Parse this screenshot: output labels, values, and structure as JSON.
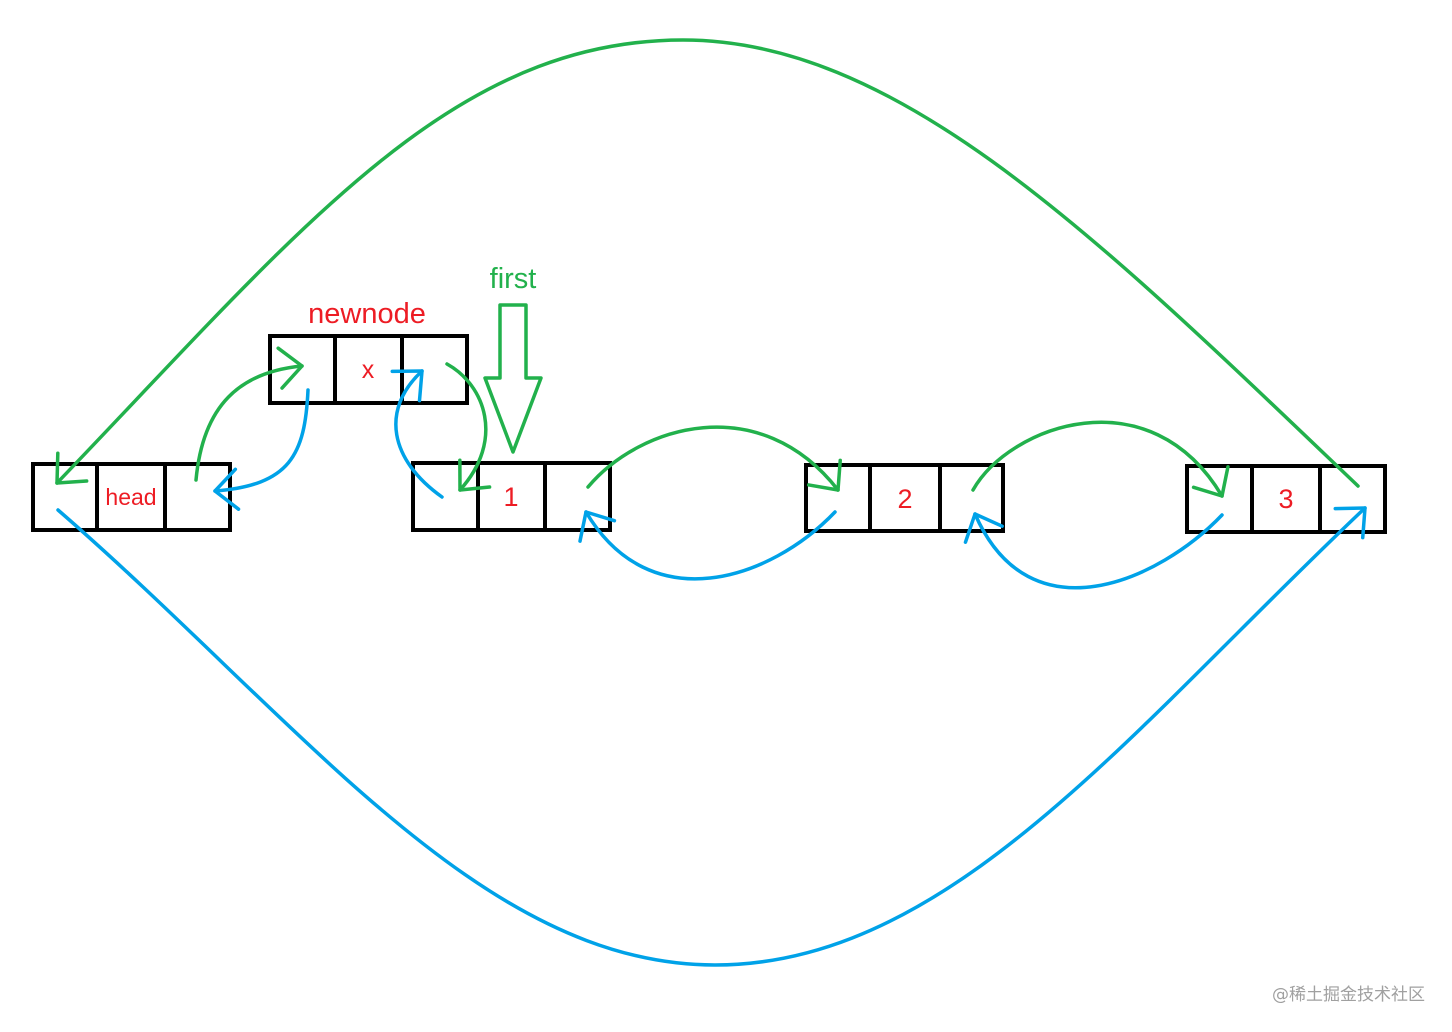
{
  "colors": {
    "arrow_green": "#22b14c",
    "arrow_blue": "#00a2e8",
    "label_red": "#ed1c24",
    "box_black": "#000000",
    "watermark_gray": "#a0a0a0"
  },
  "labels": {
    "newnode": "newnode",
    "first": "first"
  },
  "nodes": {
    "head": "head",
    "newnode": "x",
    "node_1": "1",
    "node_2": "2",
    "node_3": "3"
  },
  "watermark": "@稀土掘金技术社区"
}
